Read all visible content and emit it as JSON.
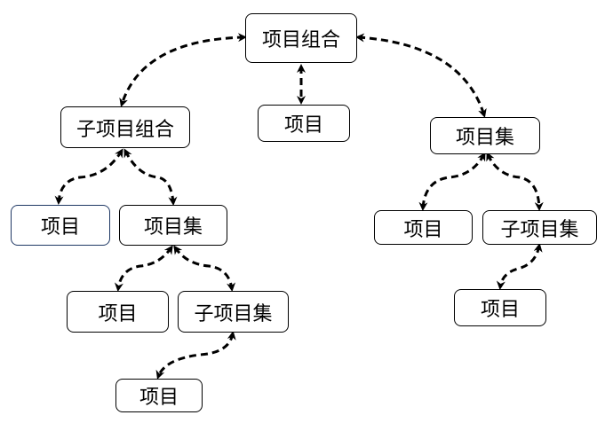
{
  "nodes": {
    "root": "项目组合",
    "root_child_project": "项目",
    "sub_portfolio": "子项目组合",
    "right_program": "项目集",
    "sp_project": "项目",
    "sp_program": "项目集",
    "spp_project": "项目",
    "spp_subprogram": "子项目集",
    "spp_sub_project": "项目",
    "rp_project": "项目",
    "rp_subprogram": "子项目集",
    "rp_sub_project": "项目"
  },
  "colors": {
    "line": "#000000",
    "node_border": "#000000",
    "highlighted_node_border": "#1f3864",
    "background": "#ffffff"
  }
}
